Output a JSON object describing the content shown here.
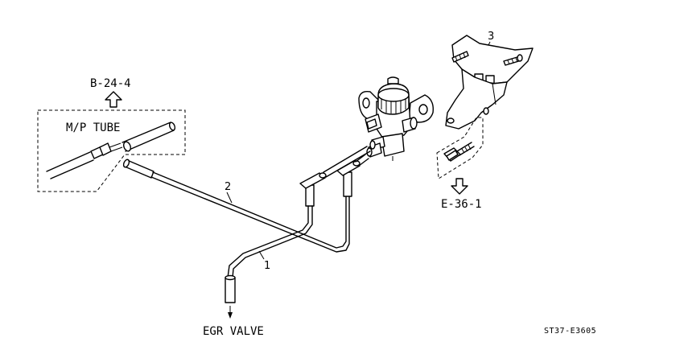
{
  "labels": {
    "ref_top": "B-24-4",
    "mp_tube": "M/P TUBE",
    "egr_valve": "EGR VALVE",
    "ref_bottom": "E-36-1",
    "diagram_code": "ST37-E3605"
  },
  "callouts": {
    "tube_1": "1",
    "tube_2": "2",
    "bracket_3": "3"
  }
}
